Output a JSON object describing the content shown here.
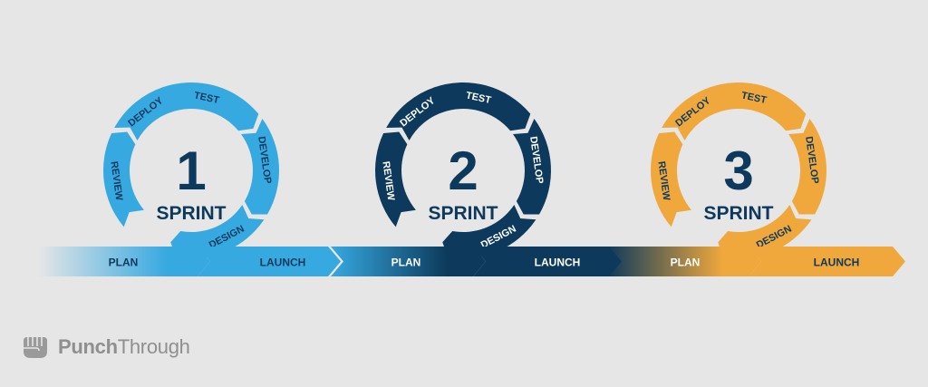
{
  "colors": {
    "background": "#e6e6e6",
    "sprint1": "#36a9e1",
    "sprint2": "#0d3a5c",
    "sprint3": "#f0a83c",
    "ring_text_dark": "#0d3a5c",
    "ring_text_light": "#ffffff",
    "center_text": "#0d3a5c"
  },
  "sprints": [
    {
      "number": "1",
      "label": "SPRINT",
      "phases": [
        "TEST",
        "DEVELOP",
        "DESIGN",
        "REVIEW",
        "DEPLOY"
      ],
      "plan": "PLAN",
      "launch": "LAUNCH"
    },
    {
      "number": "2",
      "label": "SPRINT",
      "phases": [
        "TEST",
        "DEVELOP",
        "DESIGN",
        "REVIEW",
        "DEPLOY"
      ],
      "plan": "PLAN",
      "launch": "LAUNCH"
    },
    {
      "number": "3",
      "label": "SPRINT",
      "phases": [
        "TEST",
        "DEVELOP",
        "DESIGN",
        "REVIEW",
        "DEPLOY"
      ],
      "plan": "PLAN",
      "launch": "LAUNCH"
    }
  ],
  "logo": {
    "bold": "Punch",
    "light": "Through",
    "icon": "fist-icon"
  }
}
